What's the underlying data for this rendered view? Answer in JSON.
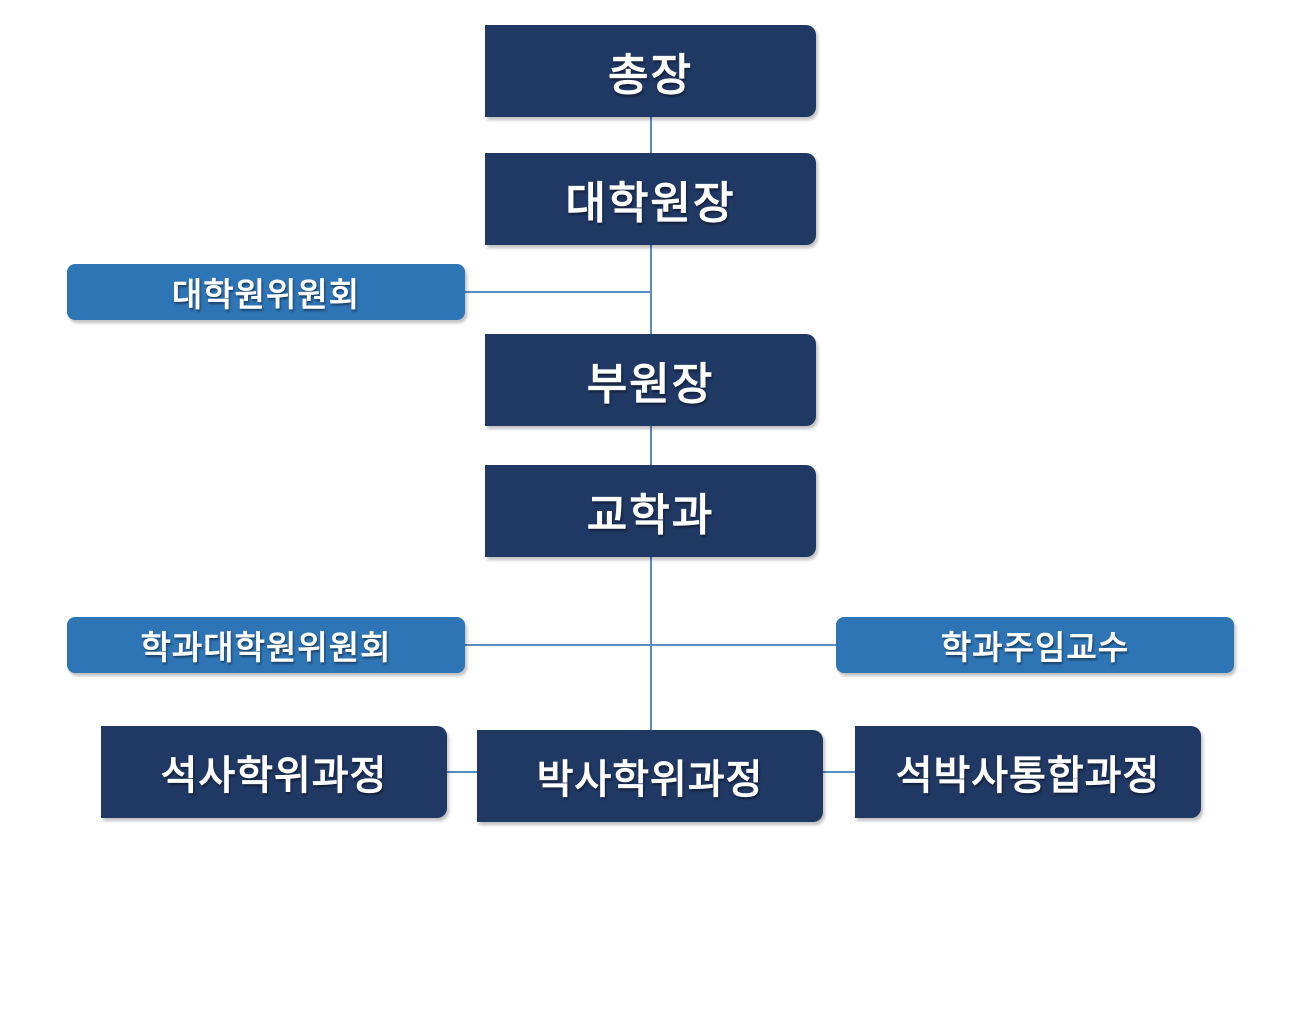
{
  "nodes": {
    "president": "총장",
    "dean": "대학원장",
    "graduate_committee": "대학원위원회",
    "vice_dean": "부원장",
    "academic_affairs": "교학과",
    "dept_graduate_committee": "학과대학원위원회",
    "dept_chair": "학과주임교수",
    "masters_program": "석사학위과정",
    "doctoral_program": "박사학위과정",
    "integrated_program": "석박사통합과정"
  },
  "colors": {
    "main_box": "#203864",
    "sub_box": "#2e75b6",
    "connector": "#5b8cbf",
    "text": "#ffffff"
  }
}
